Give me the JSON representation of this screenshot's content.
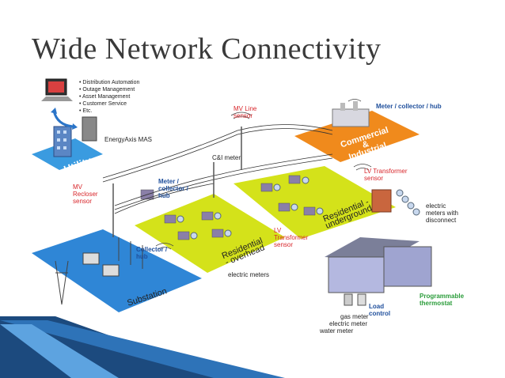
{
  "slide": {
    "title": "Wide Network Connectivity"
  },
  "utility": {
    "functions": [
      "Distribution Automation",
      "Outage Management",
      "Asset Management",
      "Customer Service",
      "Etc."
    ],
    "system": "EnergyAxis MAS",
    "zone": "Utility"
  },
  "zones": {
    "commercial": "Commercial & Industrial",
    "residential_underground": "Residential - underground",
    "residential_overhead": "Residential - overhead",
    "substation": "Substation"
  },
  "labels": {
    "mv_line_sensor": "MV Line sensor",
    "meter_collector_hub_top": "Meter / collector / hub",
    "ci_meter": "C&I meter",
    "lv_transformer_sensor_top": "LV Transformer sensor",
    "mv_recloser_sensor": "MV Recloser sensor",
    "meter_collector_hub_mid": "Meter / collector / hub",
    "electric_meters_disconnect": "electric meters with disconnect",
    "lv_transformer_sensor_mid": "LV Transformer sensor",
    "collector_hub": "Collector / hub",
    "electric_meters": "electric meters",
    "load_control": "Load control",
    "programmable_thermostat": "Programmable thermostat",
    "gas_meter": "gas meter",
    "electric_meter": "electric meter",
    "water_meter": "water meter"
  },
  "colors": {
    "residential_zone": "#d4e21a",
    "commercial_zone": "#f08a1c",
    "substation_zone": "#2f86d6",
    "utility_zone": "#3a9be0",
    "accent_red": "#d8262b",
    "accent_blue": "#1f4f9c"
  }
}
